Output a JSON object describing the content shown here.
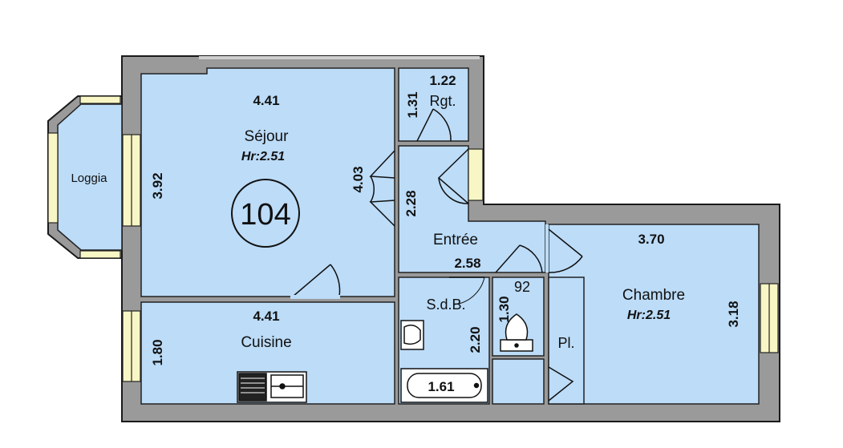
{
  "apartment_number": "104",
  "rooms": {
    "sejour": {
      "name": "Séjour",
      "height": "Hr:2.51",
      "dim_width": "4.41",
      "dim_depth": "3.92"
    },
    "loggia": {
      "name": "Loggia"
    },
    "rgt": {
      "name": "Rgt.",
      "dim_width": "1.22",
      "dim_depth": "1.31"
    },
    "entree": {
      "name": "Entrée",
      "dim_width": "2.58",
      "dim_depth": "2.28",
      "dim_left": "4.03"
    },
    "chambre": {
      "name": "Chambre",
      "height": "Hr:2.51",
      "dim_width": "3.70",
      "dim_depth": "3.18"
    },
    "cuisine": {
      "name": "Cuisine",
      "dim_width": "4.41",
      "dim_depth": "1.80"
    },
    "sdb": {
      "name": "S.d.B.",
      "dim_depth": "2.20",
      "bath_length": "1.61"
    },
    "wc": {
      "dim_width": "92",
      "dim_depth": "1.30"
    },
    "placard": {
      "name": "Pl."
    }
  },
  "colors": {
    "room_fill": "#bcdcf8",
    "wall": "#9a9a9a",
    "wall_edge": "#1a1a1a",
    "window": "#f8f6c4"
  }
}
